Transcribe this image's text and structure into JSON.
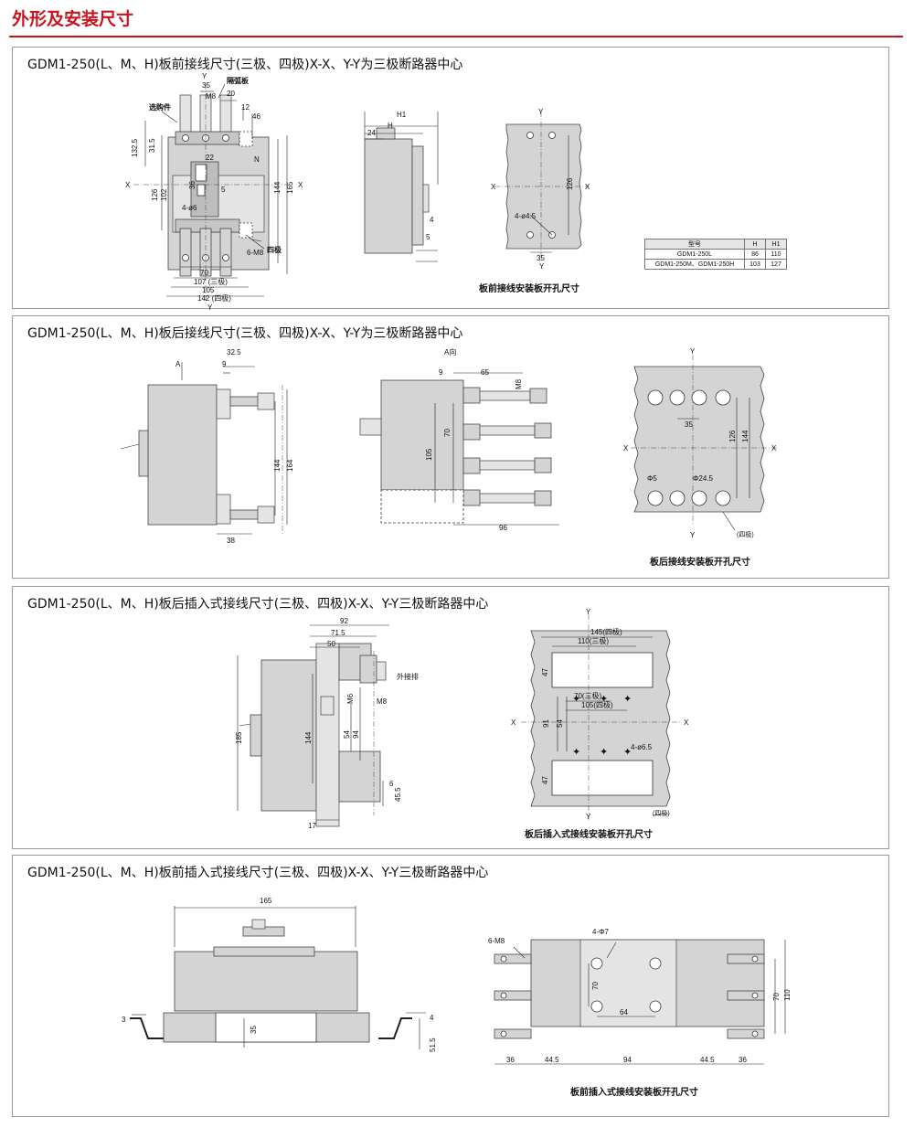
{
  "header": {
    "title": "外形及安装尺寸"
  },
  "panels": [
    {
      "title": "GDM1-250(L、M、H)板前接线尺寸(三极、四极)X-X、Y-Y为三极断路器中心",
      "caption": "板前接线安装板开孔尺寸"
    },
    {
      "title": "GDM1-250(L、M、H)板后接线尺寸(三极、四极)X-X、Y-Y为三极断路器中心",
      "caption": "板后接线安装板开孔尺寸"
    },
    {
      "title": "GDM1-250(L、M、H)板后插入式接线尺寸(三极、四极)X-X、Y-Y三极断路器中心",
      "caption": "板后插入式接线安装板开孔尺寸"
    },
    {
      "title": "GDM1-250(L、M、H)板前插入式接线尺寸(三极、四极)X-X、Y-Y三极断路器中心",
      "caption": "板前插入式接线安装板开孔尺寸"
    }
  ],
  "table": {
    "headers": [
      "型号",
      "H",
      "H1"
    ],
    "rows": [
      [
        "GDM1-250L",
        "86",
        "110"
      ],
      [
        "GDM1-250M、GDM1-250H",
        "103",
        "127"
      ]
    ]
  },
  "labels": {
    "p1": {
      "parts": "选购件",
      "arc_board": "隔弧板",
      "m8": "M8",
      "n": "N",
      "four_pole": "四极",
      "six_m8": "6-M8",
      "four_e6": "4-ø6",
      "x": "X",
      "y": "Y",
      "d35": "35",
      "d20": "20",
      "d12": "12",
      "d46": "46",
      "d1325": "132.5",
      "d315": "31.5",
      "d126": "126",
      "d102": "102",
      "d22": "22",
      "d5": "5",
      "d36": "36",
      "d144": "144",
      "d165": "165",
      "d70": "70",
      "d107": "107 (三极)",
      "d105": "105",
      "d142": "142 (四极)",
      "h1": "H1",
      "h": "H",
      "d24": "24",
      "d4": "4",
      "d5b": "5",
      "hole": "4-ø4.5",
      "d126b": "126",
      "d35b": "35"
    },
    "p2": {
      "a": "A",
      "a_dir": "A向",
      "d325": "32.5",
      "d9": "9",
      "d144": "144",
      "d164": "164",
      "d38": "38",
      "d9b": "9",
      "d65": "65",
      "m8": "M8",
      "d105": "105",
      "d70": "70",
      "d96": "96",
      "x": "X",
      "y": "Y",
      "d35": "35",
      "d126": "126",
      "d144b": "144",
      "phi5": "Φ5",
      "phi245": "Φ24.5",
      "four_pole": "(四极)"
    },
    "p3": {
      "d92": "92",
      "d715": "71.5",
      "d50": "50",
      "ext_bar": "外接排",
      "m8": "M8",
      "m6": "M6",
      "d185": "185",
      "d144": "144",
      "d54": "54",
      "d94": "94",
      "d6": "6",
      "d455": "45.5",
      "d17": "17",
      "y": "Y",
      "x": "X",
      "d145": "145(四极)",
      "d110": "110(三极)",
      "d47": "47",
      "d70": "70(三极)",
      "d105": "105(四极)",
      "d91": "91",
      "d54b": "54",
      "hole": "4-ø6.5",
      "d47b": "47",
      "four_pole": "(四极)"
    },
    "p4": {
      "d165": "165",
      "d3": "3",
      "d35": "35",
      "d4": "4",
      "d515": "51.5",
      "six_m8": "6-M8",
      "four_phi7": "4-Φ7",
      "d70": "70",
      "d64": "64",
      "d70b": "70",
      "d110": "110",
      "d36": "36",
      "d445": "44.5",
      "d94": "94",
      "d445b": "44.5",
      "d36b": "36"
    }
  }
}
